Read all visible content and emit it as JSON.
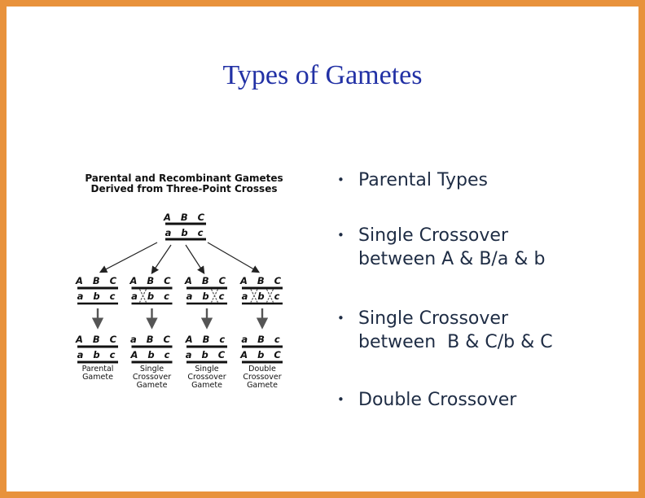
{
  "slide": {
    "title": "Types of Gametes",
    "bullet_char": "•",
    "colors": {
      "border": "#E8923C",
      "title_text": "#2231A5",
      "bullet_text": "#1E2C44",
      "diagram_ink": "#111111"
    }
  },
  "bullets": [
    {
      "lines": [
        "Parental Types"
      ]
    },
    {
      "lines": [
        "Single Crossover",
        "between A & B/a & b"
      ]
    },
    {
      "lines": [
        "Single Crossover",
        "between  B & C/b & C"
      ]
    },
    {
      "lines": [
        "Double Crossover"
      ]
    }
  ],
  "diagram": {
    "heading": [
      "Parental and Recombinant Gametes",
      "Derived from Three-Point Crosses"
    ],
    "parent": {
      "top": "A B C",
      "bottom": "a b c"
    },
    "cross_pairs": [
      {
        "top": "A B C",
        "bottom": "a b c",
        "crossovers": "none"
      },
      {
        "top": "A B C",
        "bottom": "a b c",
        "crossovers": "between a & b"
      },
      {
        "top": "A B C",
        "bottom": "a b c",
        "crossovers": "between b & c"
      },
      {
        "top": "A B C",
        "bottom": "a b c",
        "crossovers": "between a & b and b & c"
      }
    ],
    "gametes": [
      {
        "top": "A B C",
        "bottom": "a b c",
        "label": [
          "Parental",
          "Gamete"
        ]
      },
      {
        "top": "a B C",
        "bottom": "A b c",
        "label": [
          "Single",
          "Crossover",
          "Gamete"
        ]
      },
      {
        "top": "A B c",
        "bottom": "a b C",
        "label": [
          "Single",
          "Crossover",
          "Gamete"
        ]
      },
      {
        "top": "a B c",
        "bottom": "A b C",
        "label": [
          "Double",
          "Crossover",
          "Gamete"
        ]
      }
    ]
  }
}
